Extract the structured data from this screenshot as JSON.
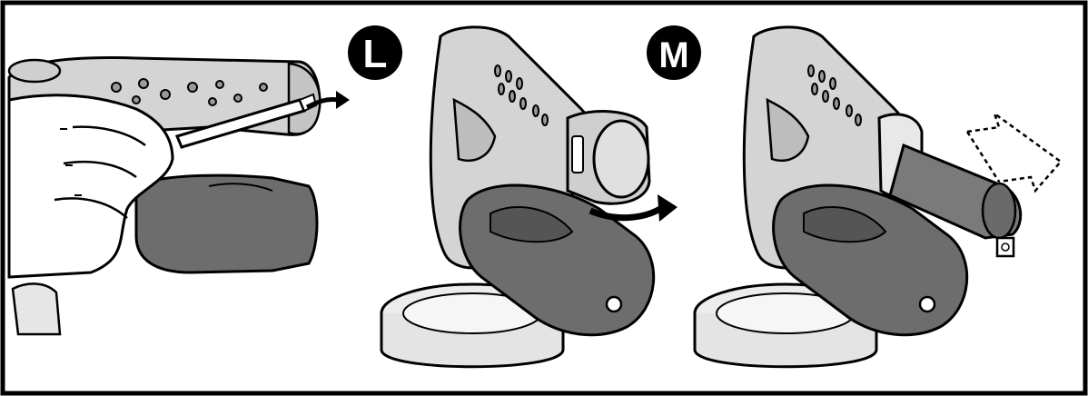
{
  "steps": [
    {
      "id": "step-l",
      "label": "L"
    },
    {
      "id": "step-m",
      "label": "M"
    }
  ],
  "colors": {
    "outline": "#000000",
    "housing_light": "#d4d4d4",
    "housing_mid": "#bdbdbd",
    "battery_dark": "#6d6d6d",
    "battery_darker": "#555555",
    "filter_dark": "#7a7a7a",
    "hand_fill": "#ffffff",
    "background": "#ffffff"
  },
  "icons": [
    "screwdriver-icon",
    "rotate-arrow-icon",
    "pull-out-arrow-icon"
  ]
}
